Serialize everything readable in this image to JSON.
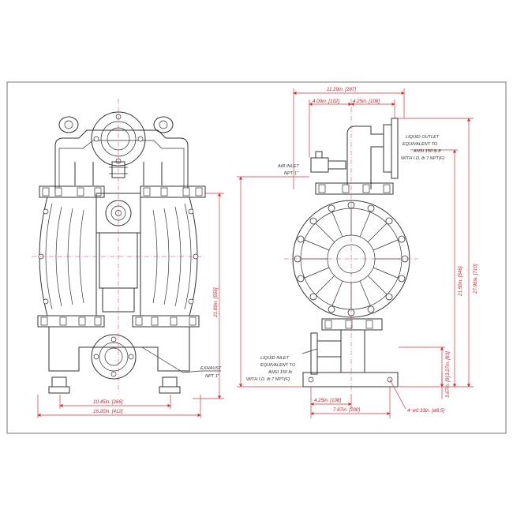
{
  "front_view": {
    "dims": {
      "height_left": "21.89in. [556]",
      "inner_width": "10.45in. [266]",
      "overall_width": "16.20in. [412]"
    },
    "labels": {
      "exhaust_line1": "EXHAUST",
      "exhaust_line2": "NPT 1\""
    }
  },
  "side_view": {
    "dims": {
      "top_overall": "11.29in. [287]",
      "top_left": "4.00in. [102]",
      "top_right": "4.25in. [108]",
      "h_center": "21.50in. [546]",
      "h_overall": "27.96in. [710]",
      "h_inlet": "3.27in. [83]",
      "h_base": "3.67in. [9]",
      "bottom_left": "4.25in. [108]",
      "bottom_overall": "7.87in. [200]",
      "holes": "4−ø0.33in. [ø8.5]"
    },
    "labels": {
      "outlet_line1": "LIQUID OUTLET",
      "outlet_line2": "EQUIVALENT TO",
      "outlet_line3": "ANSI 150 lb 8",
      "outlet_line4": "WITH I.D. lb 7 NPT(F)",
      "air_inlet_line1": "AIR INLET",
      "air_inlet_line2": "NPT 1\"",
      "inlet_line1": "LIQUID INLET",
      "inlet_line2": "EQUIVALENT TO",
      "inlet_line3": "ANSI 150 lb",
      "inlet_line4": "WITH I.D. lb 7 NPT(F)"
    }
  }
}
